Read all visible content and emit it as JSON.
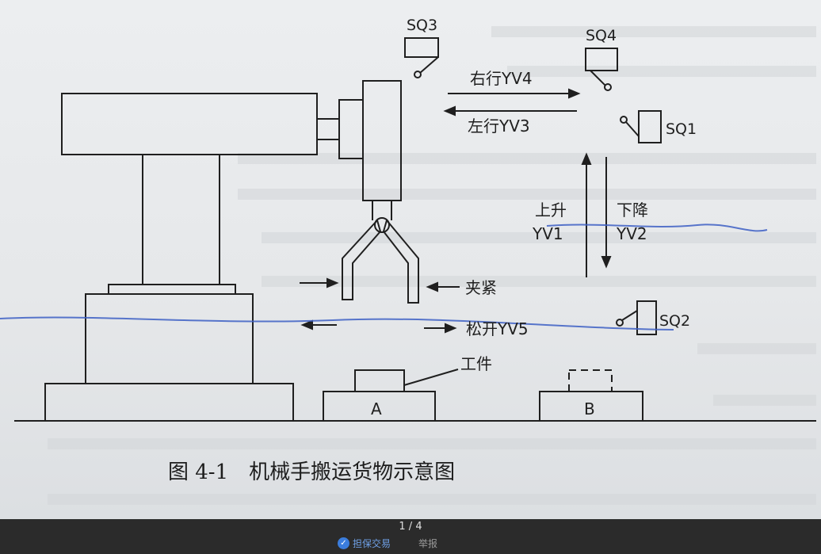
{
  "diagram": {
    "sensors": {
      "sq1": "SQ1",
      "sq2": "SQ2",
      "sq3": "SQ3",
      "sq4": "SQ4"
    },
    "motions": {
      "right": "右行YV4",
      "left": "左行YV3",
      "up": "上升",
      "up_valve": "YV1",
      "down": "下降",
      "down_valve": "YV2",
      "clamp": "夹紧",
      "release": "松开YV5"
    },
    "workpiece": "工件",
    "station_a": "A",
    "station_b": "B",
    "caption": "图 4-1　机械手搬运货物示意图"
  },
  "viewer": {
    "page_indicator": "1 / 4",
    "guarantee_label": "担保交易",
    "report_label": "举报"
  },
  "colors": {
    "ink": "#1f1f1f",
    "pen": "#3d5fc4",
    "paper": "#e8eaec"
  }
}
